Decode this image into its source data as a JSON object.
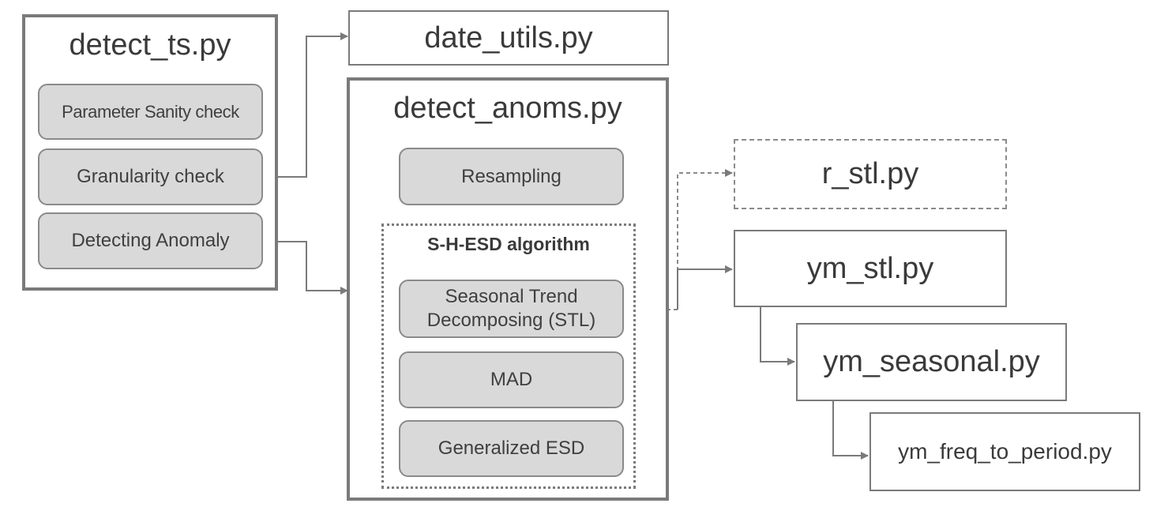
{
  "detect_ts": {
    "title": "detect_ts.py",
    "steps": [
      "Parameter Sanity check",
      "Granularity check",
      "Detecting Anomaly"
    ]
  },
  "date_utils": {
    "title": "date_utils.py"
  },
  "detect_anoms": {
    "title": "detect_anoms.py",
    "resampling": "Resampling",
    "algorithm": {
      "title": "S-H-ESD algorithm",
      "steps": [
        "Seasonal Trend Decomposing (STL)",
        "MAD",
        "Generalized ESD"
      ]
    }
  },
  "r_stl": {
    "title": "r_stl.py"
  },
  "ym_stl": {
    "title": "ym_stl.py"
  },
  "ym_seasonal": {
    "title": "ym_seasonal.py"
  },
  "ym_freq_to_period": {
    "title": "ym_freq_to_period.py"
  }
}
